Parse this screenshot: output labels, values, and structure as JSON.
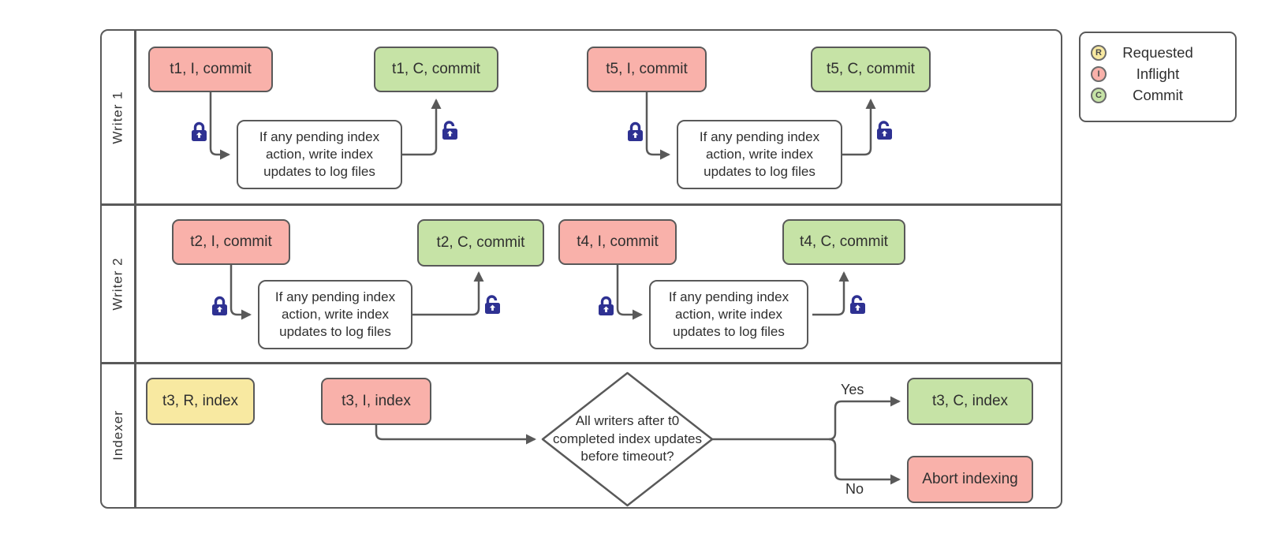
{
  "diagram": {
    "lanes": [
      {
        "label": "Writer 1"
      },
      {
        "label": "Writer 2"
      },
      {
        "label": "Indexer"
      }
    ],
    "process_text": "If any pending index action, write index updates to log files",
    "decision_text": "All writers after t0 completed index updates before timeout?",
    "nodes": {
      "t1_i": "t1, I, commit",
      "t1_c": "t1, C, commit",
      "t5_i": "t5, I, commit",
      "t5_c": "t5, C, commit",
      "t2_i": "t2, I, commit",
      "t2_c": "t2, C, commit",
      "t4_i": "t4, I, commit",
      "t4_c": "t4, C, commit",
      "t3_r": "t3, R, index",
      "t3_i": "t3, I, index",
      "t3_c": "t3, C, index",
      "abort": "Abort indexing"
    },
    "branch_labels": {
      "yes": "Yes",
      "no": "No"
    }
  },
  "legend": {
    "items": [
      {
        "symbol": "R",
        "label": "Requested",
        "color": "#f8e9a1"
      },
      {
        "symbol": "I",
        "label": "Inflight",
        "color": "#f9b1aa"
      },
      {
        "symbol": "C",
        "label": "Commit",
        "color": "#c6e3a6"
      }
    ]
  },
  "colors": {
    "requested_fill": "#f8e9a1",
    "inflight_fill": "#f9b1aa",
    "commit_fill": "#c6e3a6",
    "outline": "#595959",
    "lock_icon": "#2e3192",
    "text": "#2f2f2f"
  }
}
